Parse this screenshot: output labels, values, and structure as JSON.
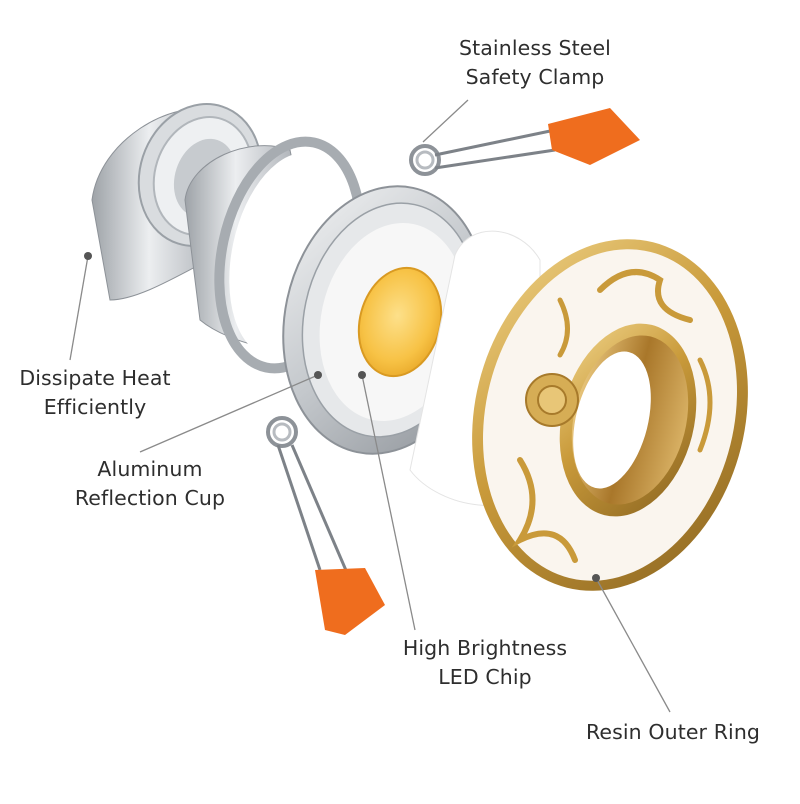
{
  "colors": {
    "clamp_orange": "#ef6d1e",
    "aluminum": "#c9ccd0",
    "led_yellow": "#f7c245",
    "resin_white": "#faf5ee",
    "gold": "#c99a3a",
    "leader_line": "#8a8a8a",
    "dot": "#555555",
    "text": "#2e2e2e"
  },
  "labels": {
    "clamp": [
      "Stainless Steel",
      "Safety Clamp"
    ],
    "heat": [
      "Dissipate Heat",
      "Efficiently"
    ],
    "cup": [
      "Aluminum",
      "Reflection Cup"
    ],
    "chip": [
      "High Brightness",
      "LED Chip"
    ],
    "ring": [
      "Resin Outer Ring"
    ]
  },
  "parts": [
    {
      "name": "heat-sink-housing"
    },
    {
      "name": "aluminum-reflection-cup"
    },
    {
      "name": "led-chip"
    },
    {
      "name": "diffuser-lens"
    },
    {
      "name": "resin-outer-ring"
    },
    {
      "name": "safety-clamp"
    }
  ]
}
